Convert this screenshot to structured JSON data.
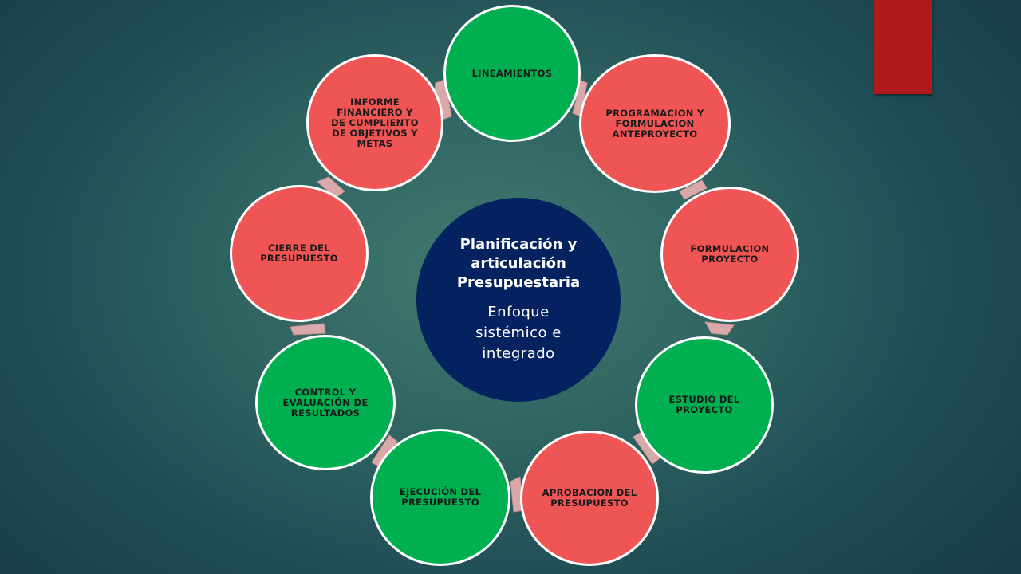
{
  "diagram": {
    "center": {
      "title": "Planificación y articulación Presupuestaria",
      "subtitle": "Enfoque sistémico e integrado"
    },
    "nodes": [
      {
        "label": "LINEAMIENTOS",
        "color": "#00b050"
      },
      {
        "label": "PROGRAMACION Y FORMULACION ANTEPROYECTO",
        "color": "#ef5555"
      },
      {
        "label": "FORMULACION PROYECTO",
        "color": "#ef5555"
      },
      {
        "label": "ESTUDIO DEL PROYECTO",
        "color": "#00b050"
      },
      {
        "label": "APROBACION DEL PRESUPUESTO",
        "color": "#ef5555"
      },
      {
        "label": "EJECUCIÓN DEL PRESUPUESTO",
        "color": "#00b050"
      },
      {
        "label": "CONTROL Y EVALUACIÓN DE RESULTADOS",
        "color": "#00b050"
      },
      {
        "label": "CIERRE DEL PRESUPUESTO",
        "color": "#ef5555"
      },
      {
        "label": "INFORME FINANCIERO Y DE CUMPLIENTO DE OBJETIVOS Y METAS",
        "color": "#ef5555"
      }
    ],
    "accent_color": "#b0191b",
    "arrow_color": "#d9a9a9"
  }
}
